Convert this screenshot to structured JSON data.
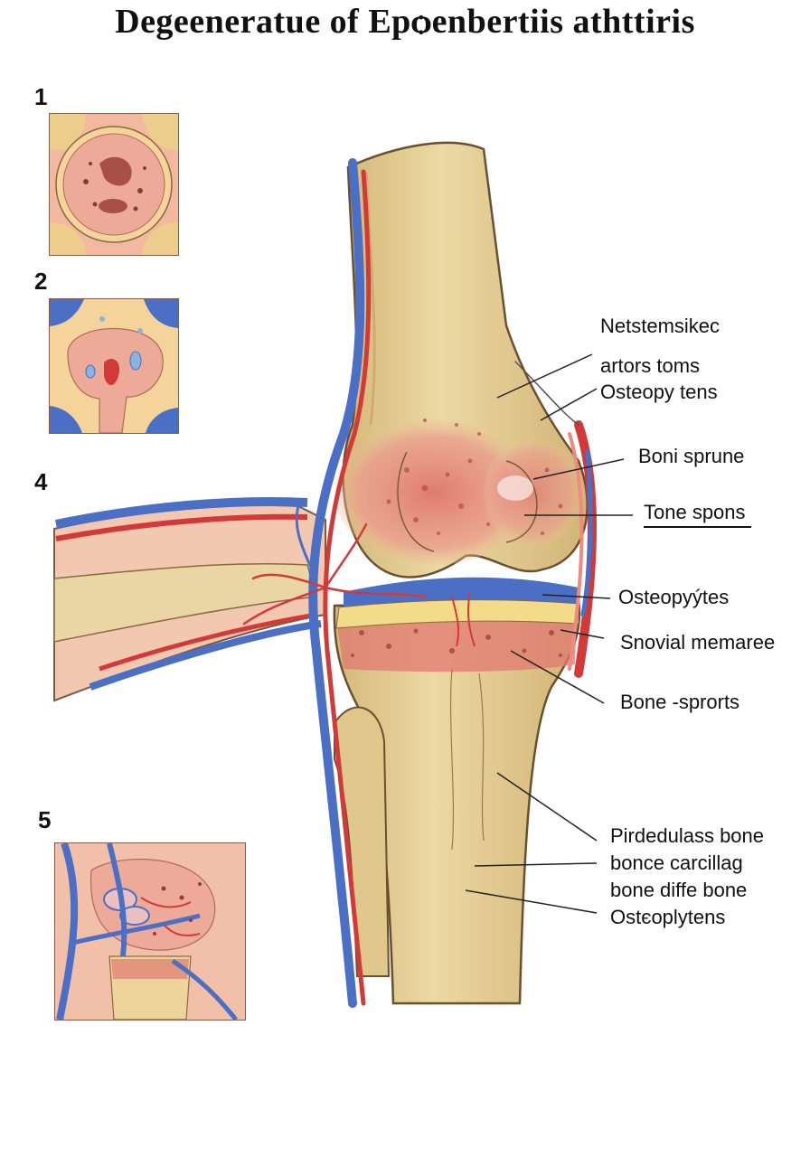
{
  "title": "Degeeneratue of Epѻenbertiis  athttiris",
  "panels": [
    {
      "number": "1"
    },
    {
      "number": "2"
    },
    {
      "number": "4"
    },
    {
      "number": "5"
    }
  ],
  "labels": [
    "Netstemsikec",
    "artors toms",
    "Osteopy tens",
    "Boni sprune",
    "Tone spons",
    "Osteopyýtes",
    "Snovial memaree",
    "Bone -sprorts",
    "Pirdedulass bone",
    "bonce carcillag",
    "bone diffe bone",
    "Ostєoplytens"
  ],
  "colors": {
    "bone": "#e8d29a",
    "bone_shade": "#d4b877",
    "inflamed": "#e58a80",
    "vein": "#4a6fc4",
    "artery": "#d23a3a",
    "cartilage": "#f2dc8a",
    "tissue": "#f2b8a0"
  }
}
